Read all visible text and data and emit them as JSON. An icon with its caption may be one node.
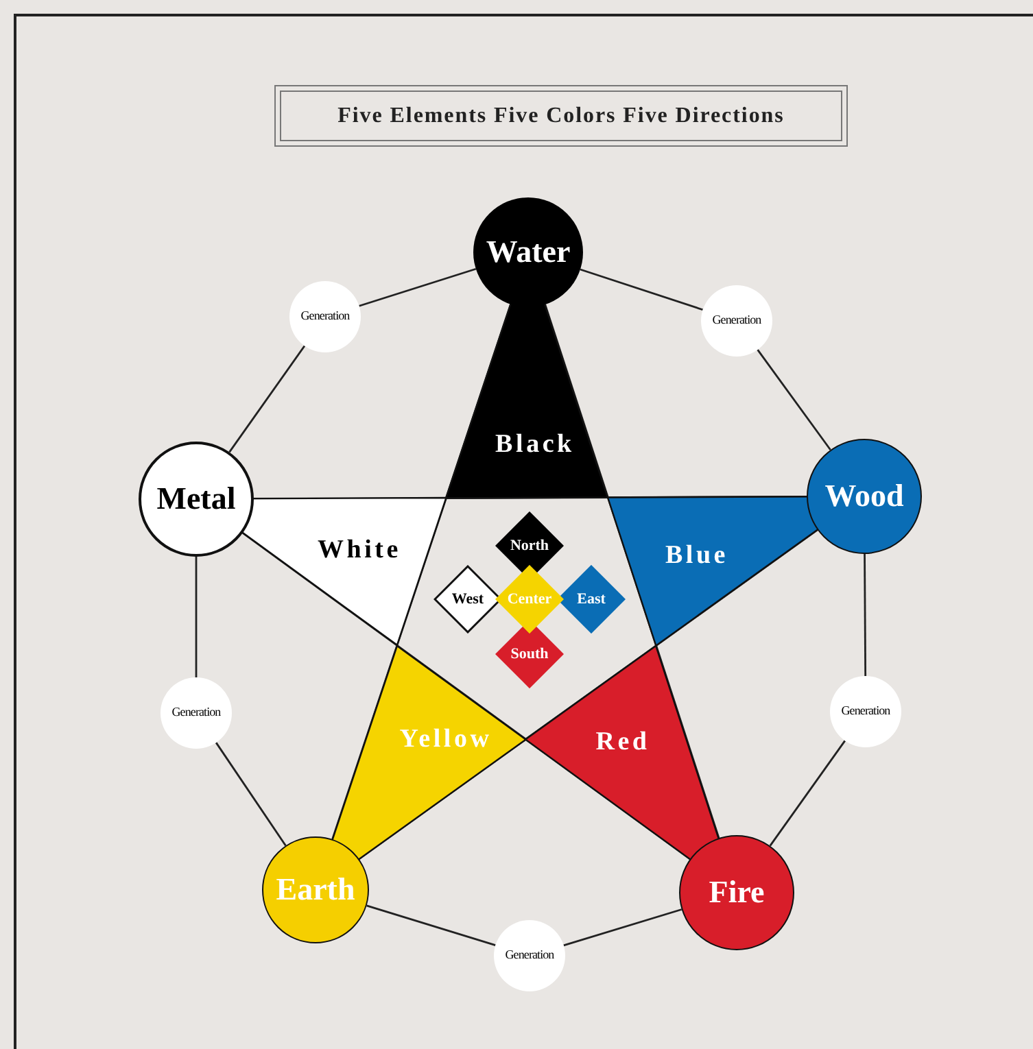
{
  "diagram": {
    "title": "Five Elements Five Colors Five Directions",
    "nodes": [
      {
        "text": [
          "Water"
        ]
      },
      {
        "text": [
          "Generation"
        ]
      },
      {
        "text": [
          "Generation"
        ]
      },
      {
        "text": [
          "Metal"
        ]
      },
      {
        "text": [
          "Wood"
        ]
      },
      {
        "text": [
          "Black"
        ]
      },
      {
        "text": [
          "White"
        ]
      },
      {
        "text": [
          "Blue"
        ]
      },
      {
        "text": [
          "North"
        ]
      },
      {
        "text": [
          "West"
        ]
      },
      {
        "text": [
          "Center"
        ]
      },
      {
        "text": [
          "East"
        ]
      },
      {
        "text": [
          "Generation"
        ]
      },
      {
        "text": [
          "Generation"
        ]
      },
      {
        "text": [
          "Yellow"
        ]
      },
      {
        "text": [
          "Red"
        ]
      },
      {
        "text": [
          "South"
        ]
      },
      {
        "text": [
          "Earth"
        ]
      },
      {
        "text": [
          "Fire"
        ]
      },
      {
        "text": [
          "Generation"
        ]
      }
    ],
    "edges": [
      {
        "from": 0,
        "to": 1,
        "arrow": "none"
      },
      {
        "from": 1,
        "to": 3,
        "arrow": "none"
      },
      {
        "from": 0,
        "to": 2,
        "arrow": "none"
      },
      {
        "from": 2,
        "to": 4,
        "arrow": "none"
      },
      {
        "from": 4,
        "to": 13,
        "arrow": "none"
      },
      {
        "from": 13,
        "to": 18,
        "arrow": "none"
      },
      {
        "from": 18,
        "to": 19,
        "arrow": "none"
      },
      {
        "from": 19,
        "to": 17,
        "arrow": "none"
      },
      {
        "from": 17,
        "to": 12,
        "arrow": "none"
      },
      {
        "from": 12,
        "to": 3,
        "arrow": "none"
      },
      {
        "from": 0,
        "to": 17,
        "arrow": "none"
      },
      {
        "from": 0,
        "to": 18,
        "arrow": "none"
      },
      {
        "from": 3,
        "to": 4,
        "arrow": "none"
      },
      {
        "from": 3,
        "to": 18,
        "arrow": "none"
      },
      {
        "from": 17,
        "to": 4,
        "arrow": "none"
      }
    ]
  }
}
